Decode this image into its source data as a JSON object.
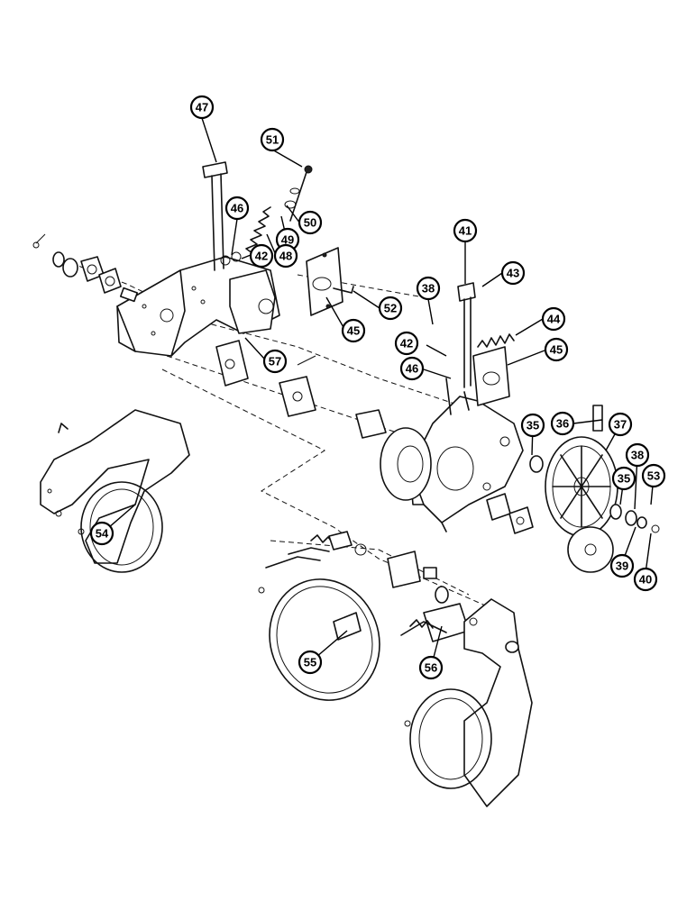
{
  "callouts": [
    {
      "id": "c47",
      "label": "47"
    },
    {
      "id": "c51",
      "label": "51"
    },
    {
      "id": "c46a",
      "label": "46"
    },
    {
      "id": "c50",
      "label": "50"
    },
    {
      "id": "c49",
      "label": "49"
    },
    {
      "id": "c48",
      "label": "48"
    },
    {
      "id": "c42a",
      "label": "42"
    },
    {
      "id": "c52",
      "label": "52"
    },
    {
      "id": "c45a",
      "label": "45"
    },
    {
      "id": "c57",
      "label": "57"
    },
    {
      "id": "c41",
      "label": "41"
    },
    {
      "id": "c43",
      "label": "43"
    },
    {
      "id": "c38a",
      "label": "38"
    },
    {
      "id": "c44",
      "label": "44"
    },
    {
      "id": "c42b",
      "label": "42"
    },
    {
      "id": "c45b",
      "label": "45"
    },
    {
      "id": "c46b",
      "label": "46"
    },
    {
      "id": "c35a",
      "label": "35"
    },
    {
      "id": "c36",
      "label": "36"
    },
    {
      "id": "c37",
      "label": "37"
    },
    {
      "id": "c38b",
      "label": "38"
    },
    {
      "id": "c35b",
      "label": "35"
    },
    {
      "id": "c53",
      "label": "53"
    },
    {
      "id": "c39",
      "label": "39"
    },
    {
      "id": "c40",
      "label": "40"
    },
    {
      "id": "c54",
      "label": "54"
    },
    {
      "id": "c55",
      "label": "55"
    },
    {
      "id": "c56",
      "label": "56"
    }
  ]
}
